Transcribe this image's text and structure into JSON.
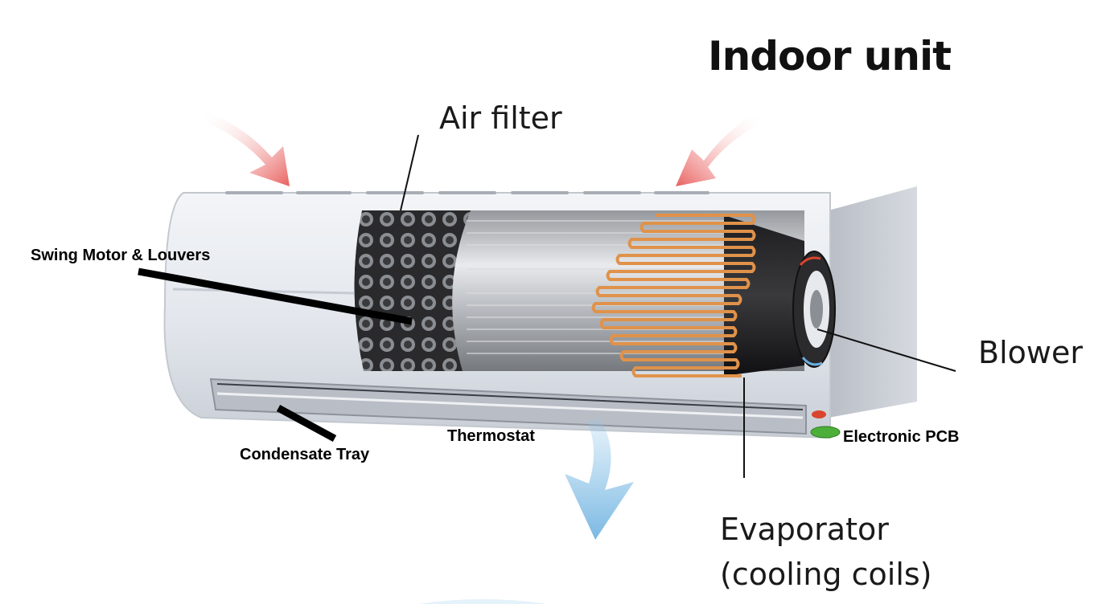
{
  "diagram": {
    "title": "Indoor unit",
    "labels": {
      "air_filter": "Air filter",
      "blower": "Blower",
      "evaporator_line1": "Evaporator",
      "evaporator_line2": "(cooling coils)",
      "swing_motor": "Swing Motor & Louvers",
      "condensate_tray": "Condensate Tray",
      "thermostat": "Thermostat",
      "electronic_pcb": "Electronic PCB"
    },
    "colors": {
      "inflow_arrow": "#e8605e",
      "outflow_arrow": "#8cc4e8",
      "coil": "#e0924a",
      "casing": "#e6e9ee",
      "led_red": "#d9452e",
      "led_green": "#4caf3a"
    }
  }
}
